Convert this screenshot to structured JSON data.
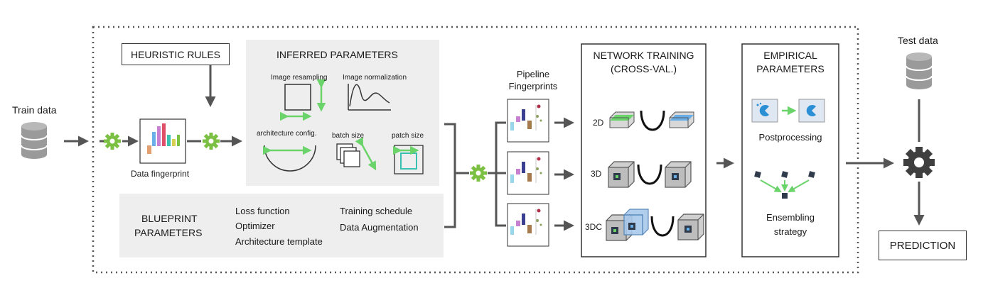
{
  "inputs": {
    "train_data": "Train data",
    "test_data": "Test data"
  },
  "heuristic_rules": "HEURISTIC RULES",
  "data_fingerprint": "Data fingerprint",
  "inferred": {
    "title": "INFERRED PARAMETERS",
    "image_resampling": "Image resampling",
    "image_normalization": "Image normalization",
    "architecture_config": "architecture config.",
    "batch_size": "batch size",
    "patch_size": "patch size"
  },
  "blueprint": {
    "title_line1": "BLUEPRINT",
    "title_line2": "PARAMETERS",
    "items_col1": [
      "Loss function",
      "Optimizer",
      "Architecture template"
    ],
    "items_col2": [
      "Training schedule",
      "Data Augmentation"
    ]
  },
  "pipeline": {
    "label_line1": "Pipeline",
    "label_line2": "Fingerprints"
  },
  "network_training": {
    "title_line1": "NETWORK TRAINING",
    "title_line2": "(CROSS-VAL.)",
    "configs": [
      "2D",
      "3D",
      "3DC"
    ]
  },
  "empirical": {
    "title_line1": "EMPIRICAL",
    "title_line2": "PARAMETERS",
    "postprocessing": "Postprocessing",
    "ensembling_line1": "Ensembling",
    "ensembling_line2": "strategy"
  },
  "prediction": "PREDICTION",
  "colors": {
    "arrow": "#555555",
    "gear_green": "#7bc043",
    "gear_dark": "#3f3f3f",
    "panel_gray": "#eeeeee",
    "highlight_green": "#6ad36a",
    "highlight_blue": "#6aaee8",
    "pacman_blue": "#2b8fd6"
  }
}
